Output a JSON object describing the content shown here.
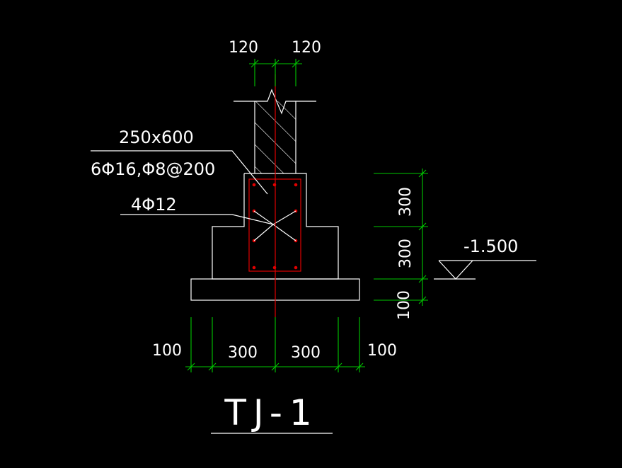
{
  "drawing": {
    "title": "TJ-1",
    "top_dims": [
      "120",
      "120"
    ],
    "bottom_dims": [
      "100",
      "300",
      "300",
      "100"
    ],
    "right_dims": [
      "300",
      "300",
      "100"
    ],
    "beam_size": "250x600",
    "beam_rebar": "6Φ16,Φ8@200",
    "middle_rebar": "4Φ12",
    "level": "-1.500"
  },
  "colors": {
    "background": "#000000",
    "outline": "#ffffff",
    "dimension": "#00c800",
    "rebar": "#e00000"
  }
}
